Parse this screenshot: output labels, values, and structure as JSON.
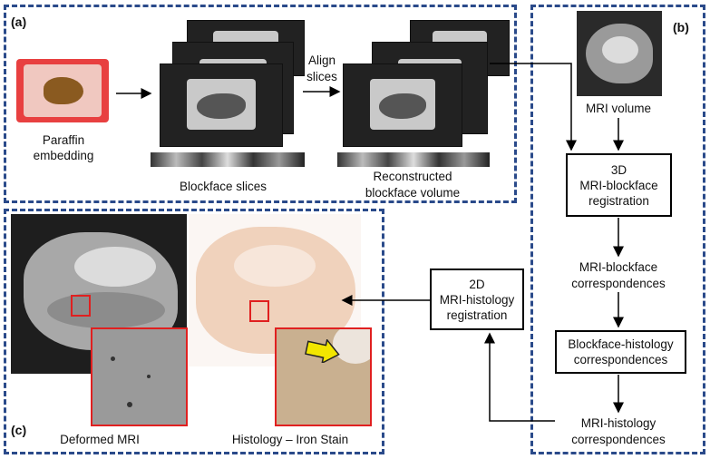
{
  "panels": {
    "a": {
      "label": "(a)"
    },
    "b": {
      "label": "(b)"
    },
    "c": {
      "label": "(c)"
    }
  },
  "panel_a": {
    "paraffin_line1": "Paraffin",
    "paraffin_line2": "embedding",
    "blockface_slices": "Blockface slices",
    "align_line1": "Align",
    "align_line2": "slices",
    "recon_line1": "Reconstructed",
    "recon_line2": "blockface volume"
  },
  "panel_b": {
    "mri_volume": "MRI volume",
    "reg3d_line1": "3D",
    "reg3d_line2": "MRI-blockface",
    "reg3d_line3": "registration",
    "mri_bf_corr_line1": "MRI-blockface",
    "mri_bf_corr_line2": "correspondences",
    "bf_hist_line1": "Blockface-histology",
    "bf_hist_line2": "correspondences",
    "mri_hist_corr_line1": "MRI-histology",
    "mri_hist_corr_line2": "correspondences"
  },
  "panel_c": {
    "reg2d_line1": "2D",
    "reg2d_line2": "MRI-histology",
    "reg2d_line3": "registration",
    "deformed_mri": "Deformed MRI",
    "histology": "Histology – Iron Stain"
  },
  "colors": {
    "panel_border": "#2a4a8a",
    "highlight_box": "#e02020",
    "arrow_yellow": "#f2e600"
  }
}
